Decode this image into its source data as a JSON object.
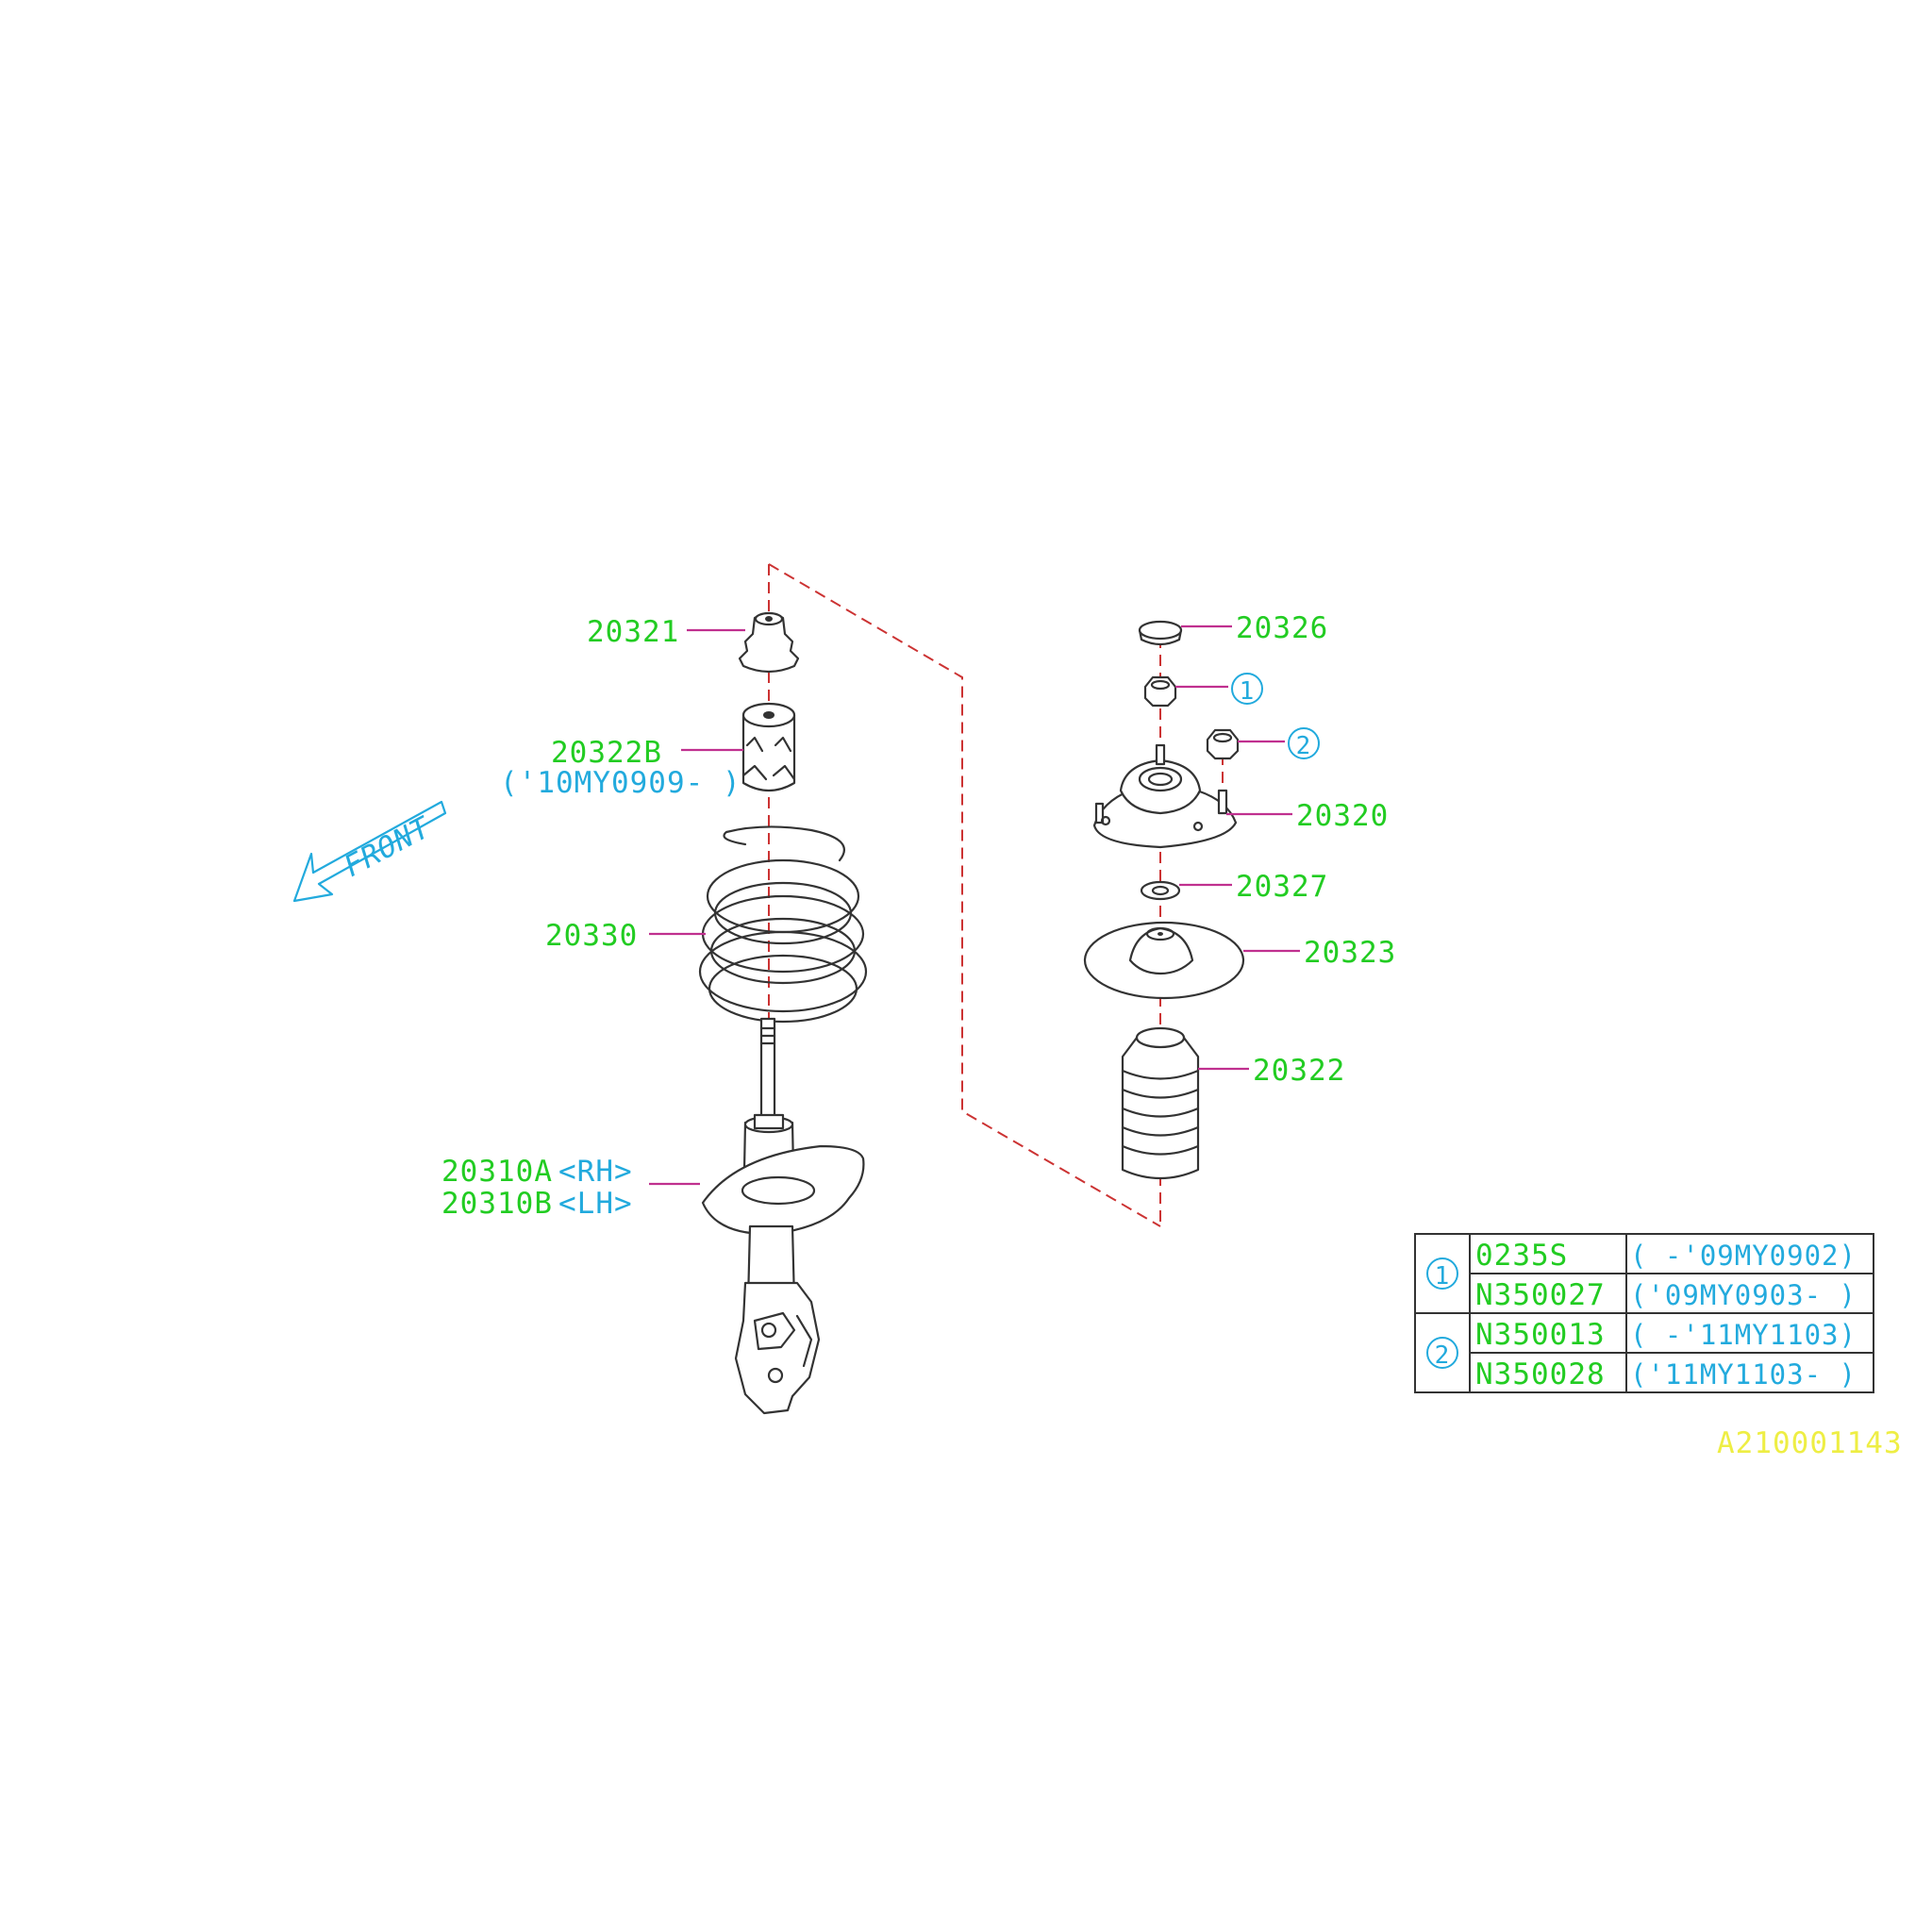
{
  "colors": {
    "label_green": "#22cc22",
    "label_cyan": "#22aadd",
    "label_yellow": "#eeee44",
    "leader_line": "#c0308f",
    "dashed_axis": "#cc3333",
    "outline": "#333333"
  },
  "front_label": "FRONT",
  "labels": {
    "p20321": "20321",
    "p20322B": "20322B",
    "p20322B_note": "('10MY0909- )",
    "p20330": "20330",
    "p20310A": "20310A",
    "p20310A_side": "<RH>",
    "p20310B": "20310B",
    "p20310B_side": "<LH>",
    "p20326": "20326",
    "callout1": "1",
    "callout2": "2",
    "p20320": "20320",
    "p20327": "20327",
    "p20323": "20323",
    "p20322": "20322"
  },
  "table": {
    "groups": [
      {
        "marker": "1",
        "rows": [
          {
            "part": "0235S",
            "range": "( -'09MY0902)"
          },
          {
            "part": "N350027",
            "range": "('09MY0903- )"
          }
        ]
      },
      {
        "marker": "2",
        "rows": [
          {
            "part": "N350013",
            "range": "( -'11MY1103)"
          },
          {
            "part": "N350028",
            "range": "('11MY1103- )"
          }
        ]
      }
    ]
  },
  "diagram_id": "A210001143"
}
